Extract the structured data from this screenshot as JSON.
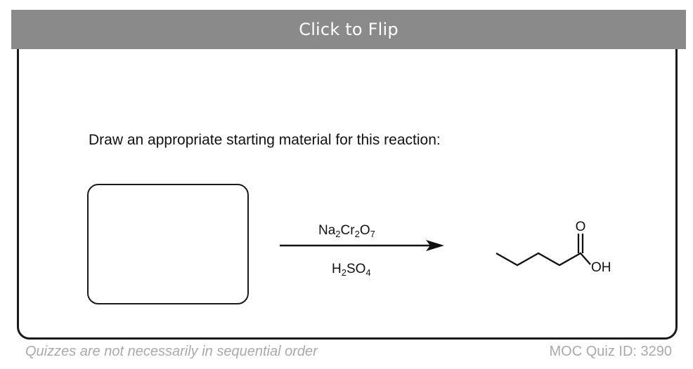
{
  "flip_bar": {
    "label": "Click to Flip"
  },
  "question": {
    "text": "Draw an appropriate starting material for this reaction:"
  },
  "reagents": {
    "top": {
      "p1": "Na",
      "s1": "2",
      "p2": "Cr",
      "s2": "2",
      "p3": "O",
      "s3": "7"
    },
    "bottom": {
      "p1": "H",
      "s1": "2",
      "p2": "SO",
      "s2": "4"
    }
  },
  "product": {
    "carbonyl_o": "O",
    "hydroxyl": "OH"
  },
  "footer": {
    "note": "Quizzes are not necessarily in sequential order",
    "quiz_id": "MOC Quiz ID: 3290"
  },
  "colors": {
    "bar": "#8a8a8a",
    "border": "#1a1a1a",
    "footer_text": "#a9a9a9"
  },
  "icons": {
    "arrow": "reaction-arrow-icon"
  }
}
